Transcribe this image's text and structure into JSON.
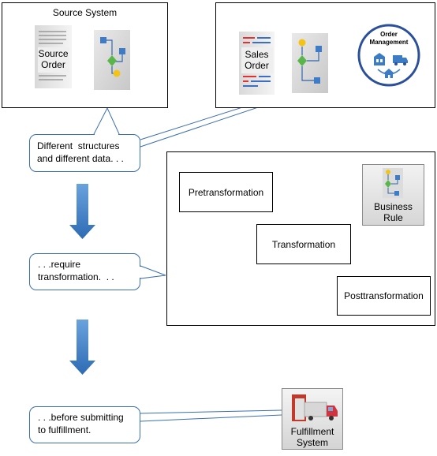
{
  "source_system": {
    "title": "Source System",
    "doc_label_line1": "Source",
    "doc_label_line2": "Order"
  },
  "target_system": {
    "doc_label_line1": "Sales",
    "doc_label_line2": "Order",
    "badge_line1": "Order",
    "badge_line2": "Management"
  },
  "callouts": {
    "first_line1": "Different  structures",
    "first_line2": "and different data. . .",
    "second_line1": ". . .require",
    "second_line2": "transformation.  . .",
    "third_line1": ". . .before submitting",
    "third_line2": "to fulfillment."
  },
  "process": {
    "steps": [
      "Pretransformation",
      "Transformation",
      "Posttransformation"
    ],
    "business_rule_line1": "Business",
    "business_rule_line2": "Rule"
  },
  "fulfillment": {
    "line1": "Fulfillment",
    "line2": "System"
  },
  "colors": {
    "arrow_blue": "#3f7fc8",
    "curve_blue": "#4a87c9",
    "badge_ring": "#2b4f9a"
  }
}
